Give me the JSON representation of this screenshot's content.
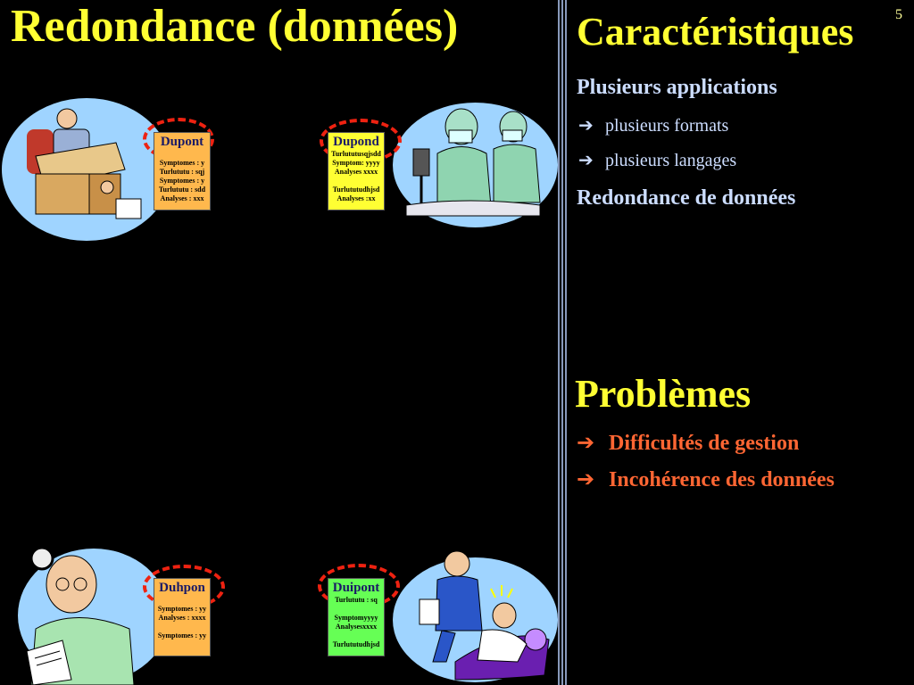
{
  "slide": {
    "title_left": "Redondance (données)",
    "title_right": "Caractéristiques",
    "number": "5"
  },
  "caracteristiques": {
    "heading1": "Plusieurs applications",
    "bullets": [
      "plusieurs formats",
      "plusieurs langages"
    ],
    "heading2": "Redondance de données"
  },
  "problemes": {
    "heading": "Problèmes",
    "bullets": [
      "Difficultés de gestion",
      "Incohérence des données"
    ]
  },
  "cards": [
    {
      "name": "Dupont",
      "lines": [
        "Symptomes : y",
        "Turlututu : sqj",
        "Symptomes : y",
        "Turlututu : sdd",
        "Analyses : xxx"
      ],
      "color": "#ffb84d"
    },
    {
      "name": "Dupond",
      "lines": [
        "Turlututusqjsdd",
        "Symptom: yyyy",
        "Analyses xxxx",
        "",
        "Turlututudhjsd",
        "Analyses :xx"
      ],
      "color": "#ffff33"
    },
    {
      "name": "Duhpon",
      "lines": [
        "",
        "Symptomes : yy",
        "Analyses : xxxx",
        "",
        "Symptomes : yy"
      ],
      "color": "#ffb84d"
    },
    {
      "name": "Duipont",
      "lines": [
        "Turlututu : sq",
        "",
        "Symptomyyyy",
        "Analysesxxxx",
        "",
        "Turlututudhjsd"
      ],
      "color": "#66ff55"
    }
  ],
  "icons": {
    "arrow": "right-arrow-icon"
  }
}
